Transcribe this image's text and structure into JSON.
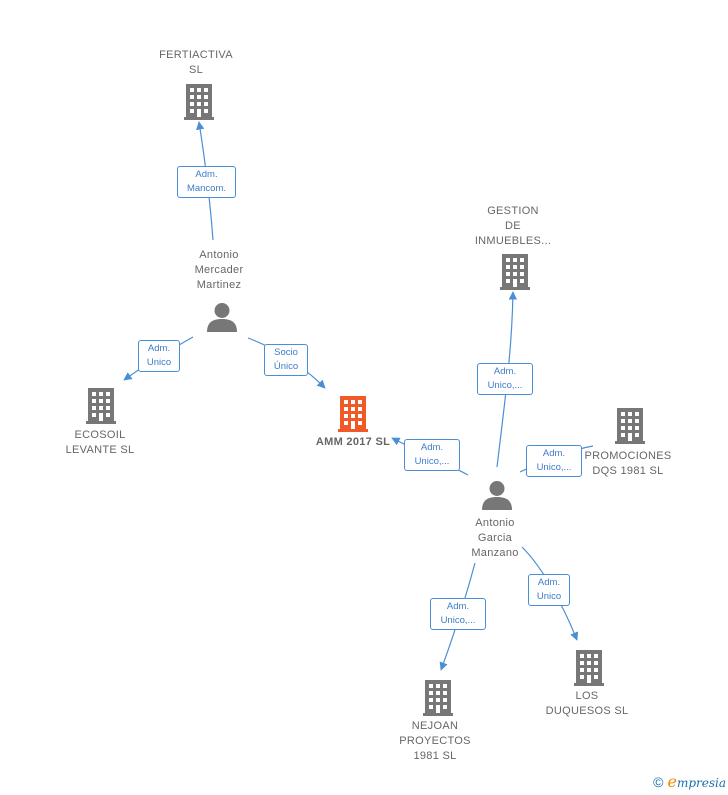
{
  "colors": {
    "edge": "#4a8fd6",
    "node_gray": "#777777",
    "focus_orange": "#f05a28"
  },
  "nodes": {
    "fertiactiva": {
      "lines": [
        "FERTIACTIVA",
        "SL"
      ],
      "kind": "company"
    },
    "ecosoil": {
      "lines": [
        "ECOSOIL",
        "LEVANTE  SL"
      ],
      "kind": "company"
    },
    "amm": {
      "lines": [
        "AMM 2017  SL"
      ],
      "kind": "focus-company"
    },
    "gestion": {
      "lines": [
        "GESTION",
        "DE",
        "INMUEBLES..."
      ],
      "kind": "company"
    },
    "promociones": {
      "lines": [
        "PROMOCIONES",
        "DQS 1981  SL"
      ],
      "kind": "company"
    },
    "nejoan": {
      "lines": [
        "NEJOAN",
        "PROYECTOS",
        "1981  SL"
      ],
      "kind": "company"
    },
    "duquesos": {
      "lines": [
        "LOS",
        "DUQUESOS  SL"
      ],
      "kind": "company"
    },
    "mercader": {
      "lines": [
        "Antonio",
        "Mercader",
        "Martinez"
      ],
      "kind": "person"
    },
    "garcia": {
      "lines": [
        "Antonio",
        "Garcia",
        "Manzano"
      ],
      "kind": "person"
    }
  },
  "edges": {
    "e1": [
      "Adm.",
      "Mancom."
    ],
    "e2": [
      "Adm.",
      "Unico"
    ],
    "e3": [
      "Socio",
      "Único"
    ],
    "e4": [
      "Adm.",
      "Unico,..."
    ],
    "e5": [
      "Adm.",
      "Unico,..."
    ],
    "e6": [
      "Adm.",
      "Unico,..."
    ],
    "e7": [
      "Adm.",
      "Unico,..."
    ],
    "e8": [
      "Adm.",
      "Unico"
    ]
  },
  "watermark": {
    "symbol": "©",
    "brand_initial": "e",
    "brand_rest": "mpresia"
  }
}
